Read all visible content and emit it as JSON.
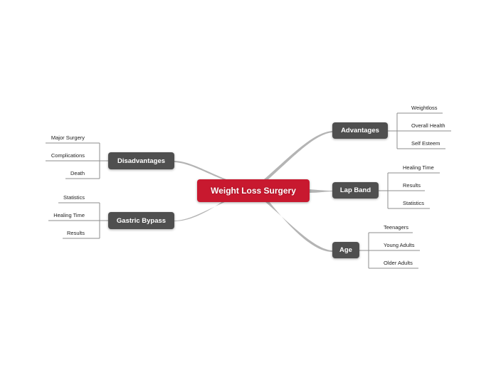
{
  "central": {
    "label": "Weight Loss Surgery"
  },
  "branches": {
    "advantages": {
      "label": "Advantages",
      "children": [
        "Weightloss",
        "Overall Health",
        "Self Esteem"
      ]
    },
    "lap_band": {
      "label": "Lap Band",
      "children": [
        "Healing Time",
        "Results",
        "Statistics"
      ]
    },
    "age": {
      "label": "Age",
      "children": [
        "Teenagers",
        "Young Adults",
        "Older Adults"
      ]
    },
    "disadvantages": {
      "label": "Disadvantages",
      "children": [
        "Major Surgery",
        "Complications",
        "Death"
      ]
    },
    "gastric_bypass": {
      "label": "Gastric Bypass",
      "children": [
        "Statistics",
        "Healing Time",
        "Results"
      ]
    }
  },
  "colors": {
    "central": "#c8192f",
    "topic": "#4f4f4f",
    "connector": "#aaaaaa",
    "leaf_line": "#888888"
  }
}
